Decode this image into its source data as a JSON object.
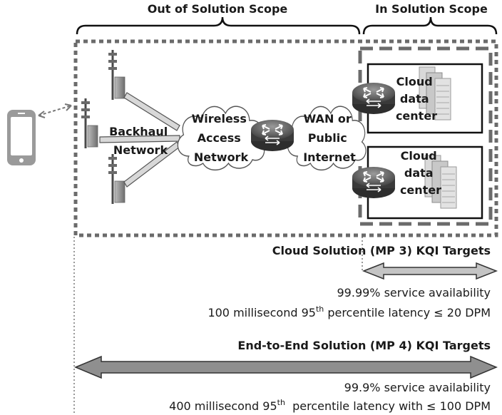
{
  "scope": {
    "out_label": "Out of Solution Scope",
    "in_label": "In Solution Scope"
  },
  "clouds": {
    "backhaul": [
      "Backhaul",
      "Network"
    ],
    "wireless": [
      "Wireless",
      "Access",
      "Network"
    ],
    "wan": [
      "WAN or",
      "Public",
      "Internet"
    ]
  },
  "datacenters": [
    {
      "lines": [
        "Cloud",
        "data",
        "center"
      ]
    },
    {
      "lines": [
        "Cloud",
        "data",
        "center"
      ]
    }
  ],
  "cloud_targets": {
    "title": "Cloud Solution (MP 3) KQI Targets",
    "availability": "99.99% service availability",
    "latency_pre": "100 millisecond 95",
    "latency_sup": "th",
    "latency_post": " percentile latency ≤ 20 DPM"
  },
  "e2e_targets": {
    "title": "End-to-End Solution (MP 4) KQI Targets",
    "availability": "99.9% service availability",
    "latency_pre": "400 millisecond 95",
    "latency_sup": "th",
    "latency_post": "  percentile latency with ≤ 100 DPM"
  },
  "icons": {
    "phone": "smartphone-icon",
    "tower": "cell-tower-icon",
    "router": "router-icon",
    "server": "server-rack-icon"
  },
  "colors": {
    "gray_dark": "#555555",
    "gray_mid": "#8a8a8a",
    "gray_light": "#cccccc",
    "phone": "#9a9a9a"
  }
}
